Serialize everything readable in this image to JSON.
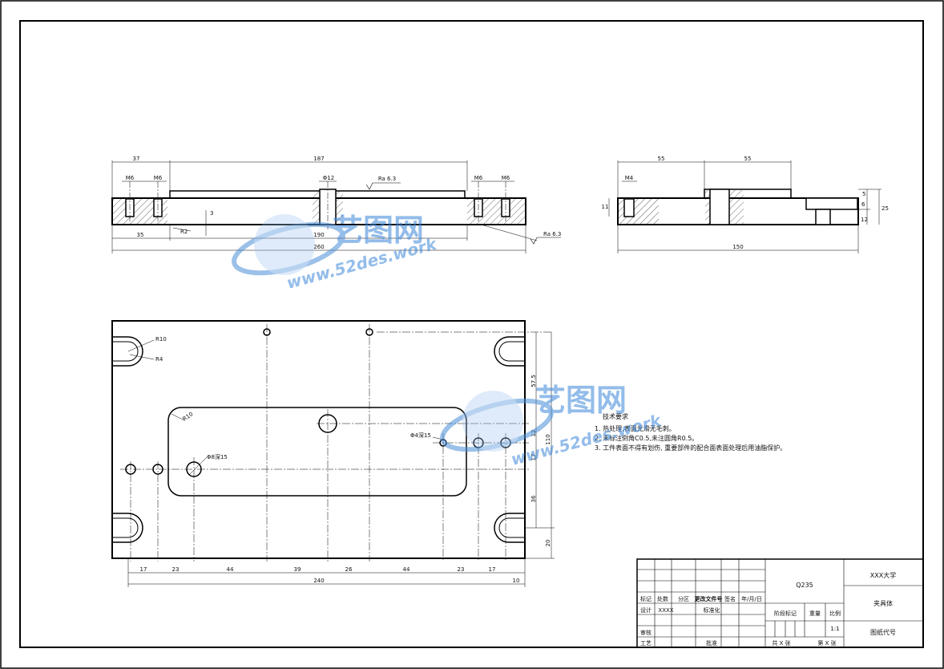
{
  "front_view": {
    "dims": [
      "37",
      "187",
      "M6",
      "M6",
      "Φ12",
      "Ra 6.3",
      "M6",
      "M6",
      "3",
      "R2",
      "35",
      "190",
      "260",
      "Ra 6.3"
    ]
  },
  "side_view": {
    "dims": [
      "55",
      "55",
      "M4",
      "11",
      "5",
      "6",
      "25",
      "12",
      "150"
    ]
  },
  "top_view": {
    "dims": [
      "R10",
      "R4",
      "R10",
      "Φ8深15",
      "Φ4深15",
      "57.5",
      "12",
      "110",
      "17",
      "36",
      "20",
      "17",
      "23",
      "44",
      "39",
      "26",
      "44",
      "23",
      "17",
      "240",
      "10"
    ]
  },
  "notes": {
    "title": "技术要求",
    "lines": [
      "1. 热处理,表面光滑无毛刺。",
      "2. 未标注倒角C0.5,未注圆角R0.5。",
      "3. 工件表面不得有划伤, 重要部件的配合面表面处理后用油脂保护。"
    ]
  },
  "title_block": {
    "labels": [
      "标记",
      "处数",
      "分区",
      "更改文件号",
      "签名",
      "年/月/日",
      "设计",
      "XXXX",
      "标准化",
      "审核",
      "工艺",
      "批准"
    ],
    "material": "Q235",
    "stage": [
      "阶段标记",
      "重量",
      "比例"
    ],
    "scale": "1:1",
    "sheets": [
      "共 X 张",
      "第 X 张"
    ],
    "university": "XXX大学",
    "part_name": "夹具体",
    "drawing_no": "图纸代号"
  },
  "watermark": {
    "brand": "艺图网",
    "url": "www.52des.work"
  }
}
